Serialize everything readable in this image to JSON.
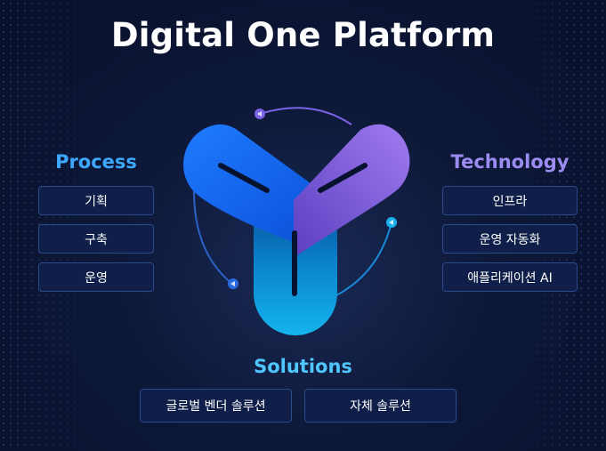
{
  "title": "Digital One Platform",
  "process": {
    "label": "Process",
    "items": [
      "기획",
      "구축",
      "운영"
    ]
  },
  "technology": {
    "label": "Technology",
    "items": [
      "인프라",
      "운영 자동화",
      "애플리케이션 AI"
    ]
  },
  "solutions": {
    "label": "Solutions",
    "items": [
      "글로벌 벤더 솔루션",
      "자체 솔루션"
    ]
  },
  "colors": {
    "background": "#0d1838",
    "process_accent": "#3ea8ff",
    "technology_accent": "#9c8cf2",
    "solutions_accent": "#4fc6ff",
    "box_fill": "#0f1f4a",
    "box_border": "#2a4a8c"
  },
  "icons": [
    "tri-loop-logo-icon",
    "orbit-arrow-icon"
  ]
}
